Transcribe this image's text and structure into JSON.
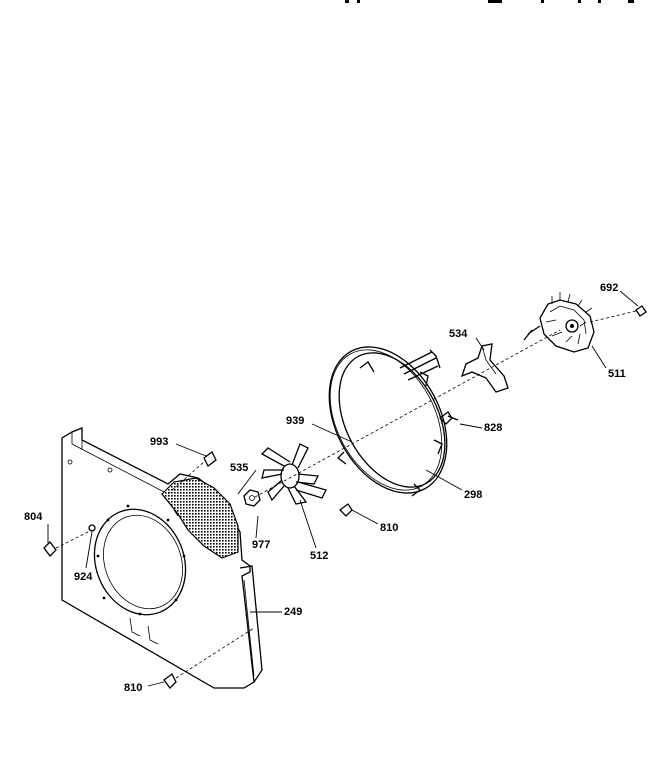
{
  "diagram": {
    "parts": [
      {
        "id": "p692",
        "label": "692"
      },
      {
        "id": "p534",
        "label": "534"
      },
      {
        "id": "p511",
        "label": "511"
      },
      {
        "id": "p828",
        "label": "828"
      },
      {
        "id": "p939",
        "label": "939"
      },
      {
        "id": "p298",
        "label": "298"
      },
      {
        "id": "p993",
        "label": "993"
      },
      {
        "id": "p535",
        "label": "535"
      },
      {
        "id": "p810a",
        "label": "810"
      },
      {
        "id": "p804",
        "label": "804"
      },
      {
        "id": "p977",
        "label": "977"
      },
      {
        "id": "p512",
        "label": "512"
      },
      {
        "id": "p924",
        "label": "924"
      },
      {
        "id": "p249",
        "label": "249"
      },
      {
        "id": "p810b",
        "label": "810"
      }
    ]
  }
}
